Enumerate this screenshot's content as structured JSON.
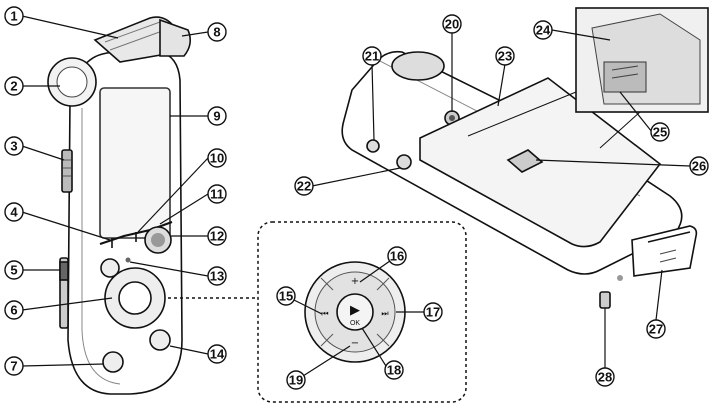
{
  "callouts": [
    {
      "id": "1",
      "label": "①"
    },
    {
      "id": "2",
      "label": "②"
    },
    {
      "id": "3",
      "label": "③"
    },
    {
      "id": "4",
      "label": "④"
    },
    {
      "id": "5",
      "label": "⑤"
    },
    {
      "id": "6",
      "label": "⑥"
    },
    {
      "id": "7",
      "label": "⑦"
    },
    {
      "id": "8",
      "label": "⑧"
    },
    {
      "id": "9",
      "label": "⑨"
    },
    {
      "id": "10",
      "label": "⑩"
    },
    {
      "id": "11",
      "label": "⑪"
    },
    {
      "id": "12",
      "label": "⑫"
    },
    {
      "id": "13",
      "label": "⑬"
    },
    {
      "id": "14",
      "label": "⑭"
    },
    {
      "id": "15",
      "label": "⑮"
    },
    {
      "id": "16",
      "label": "⑯"
    },
    {
      "id": "17",
      "label": "⑰"
    },
    {
      "id": "18",
      "label": "⑱"
    },
    {
      "id": "19",
      "label": "⑲"
    },
    {
      "id": "20",
      "label": "⑳"
    },
    {
      "id": "21",
      "label": "21"
    },
    {
      "id": "22",
      "label": "22"
    },
    {
      "id": "23",
      "label": "23"
    },
    {
      "id": "24",
      "label": "24"
    },
    {
      "id": "25",
      "label": "25"
    },
    {
      "id": "26",
      "label": "26"
    },
    {
      "id": "27",
      "label": "27"
    },
    {
      "id": "28",
      "label": "28"
    }
  ],
  "keypad": {
    "plus": "+",
    "minus": "−",
    "prev": "⏮",
    "next": "⏭",
    "play": "▶",
    "ok": "OK"
  },
  "colors": {
    "line": "#111111",
    "body_fill": "#ffffff",
    "shade": "#cccccc",
    "dark_shade": "#555555"
  }
}
